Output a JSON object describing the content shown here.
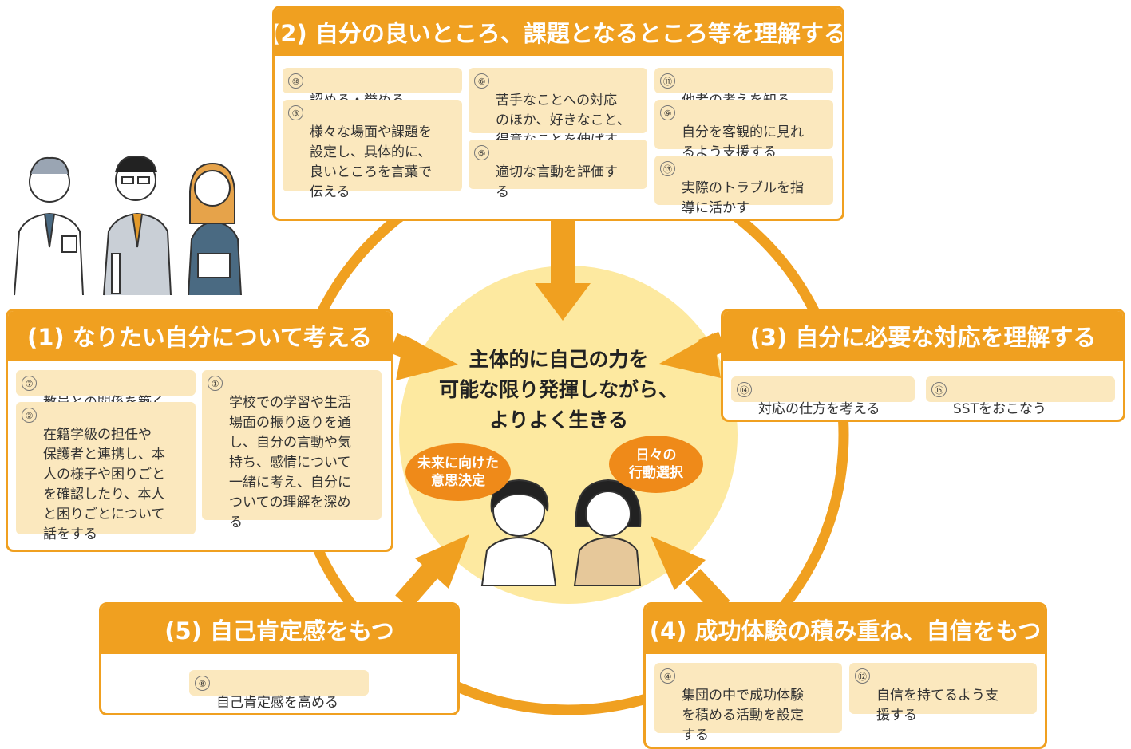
{
  "colors": {
    "accent": "#f0a020",
    "item_bg": "#fbe8be",
    "center_circle": "#fde9a0",
    "oval": "#ef8a19"
  },
  "center": {
    "goal": "主体的に自己の力を\n可能な限り発揮しながら、\nよりよく生きる",
    "oval_left": "未来に向けた\n意思決定",
    "oval_right": "日々の\n行動選択"
  },
  "box2": {
    "title": "(2) 自分の良いところ、課題となるところ等を理解する",
    "items": [
      {
        "num": "⑩",
        "text": "認める・誉める"
      },
      {
        "num": "③",
        "text": "様々な場面や課題を\n設定し、具体的に、\n良いところを言葉で\n伝える"
      },
      {
        "num": "⑥",
        "text": "苦手なことへの対応\nのほか、好きなこと、\n得意なことを伸ばす"
      },
      {
        "num": "⑤",
        "text": "適切な言動を評価す\nる"
      },
      {
        "num": "⑪",
        "text": "他者の考えを知る"
      },
      {
        "num": "⑨",
        "text": "自分を客観的に見れ\nるよう支援する"
      },
      {
        "num": "⑬",
        "text": "実際のトラブルを指\n導に活かす"
      }
    ]
  },
  "box1": {
    "title": "(1) なりたい自分について考える",
    "items": [
      {
        "num": "⑦",
        "text": "教員との関係を築く"
      },
      {
        "num": "②",
        "text": "在籍学級の担任や\n保護者と連携し、本\n人の様子や困りごと\nを確認したり、本人\nと困りごとについて\n話をする"
      },
      {
        "num": "①",
        "text": "学校での学習や生活\n場面の振り返りを通\nし、自分の言動や気\n持ち、感情について\n一緒に考え、自分に\nついての理解を深め\nる"
      }
    ]
  },
  "box3": {
    "title": "(3) 自分に必要な対応を理解する",
    "items": [
      {
        "num": "⑭",
        "text": "対応の仕方を考える"
      },
      {
        "num": "⑮",
        "text": "SSTをおこなう"
      }
    ]
  },
  "box5": {
    "title": "(5) 自己肯定感をもつ",
    "items": [
      {
        "num": "⑧",
        "text": "自己肯定感を高める"
      }
    ]
  },
  "box4": {
    "title": "(4) 成功体験の積み重ね、自信をもつ",
    "items": [
      {
        "num": "④",
        "text": "集団の中で成功体験\nを積める活動を設定\nする"
      },
      {
        "num": "⑫",
        "text": "自信を持てるよう支\n援する"
      }
    ]
  }
}
